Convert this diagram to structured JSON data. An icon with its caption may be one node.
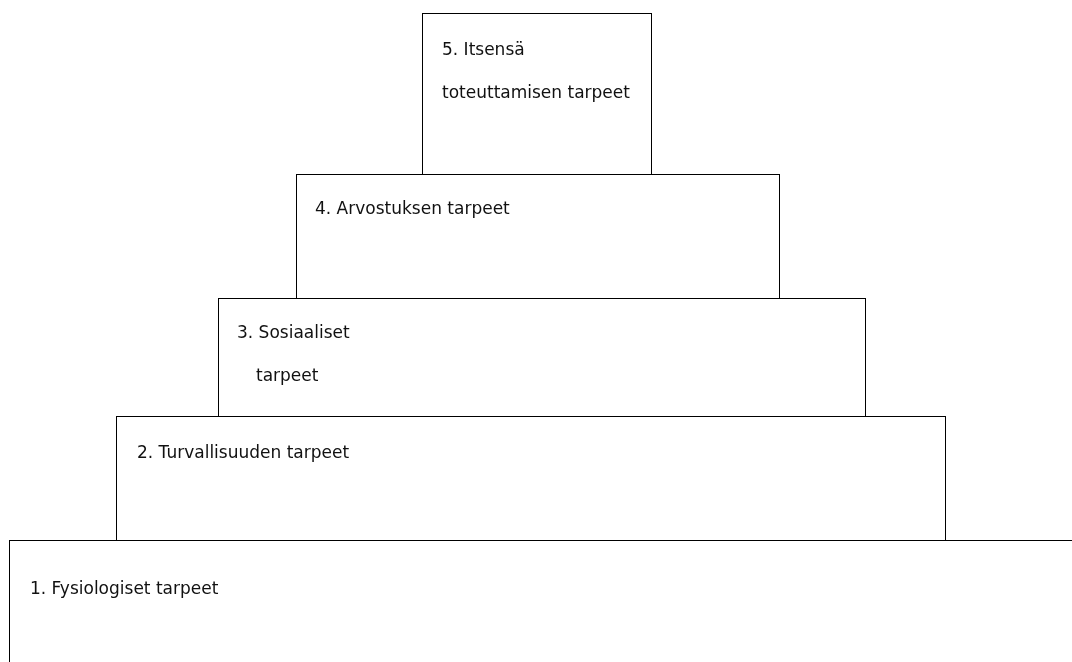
{
  "diagram": {
    "nodes": [
      {
        "text": [
          "5. Itsensä toteuttamisen tarpeet"
        ]
      },
      {
        "text": [
          "4. Arvostuksen tarpeet"
        ]
      },
      {
        "text": [
          "3. Sosiaaliset tarpeet"
        ]
      },
      {
        "text": [
          "2. Turvallisuuden tarpeet"
        ]
      },
      {
        "text": [
          "1. Fysiologiset tarpeet"
        ]
      }
    ]
  }
}
